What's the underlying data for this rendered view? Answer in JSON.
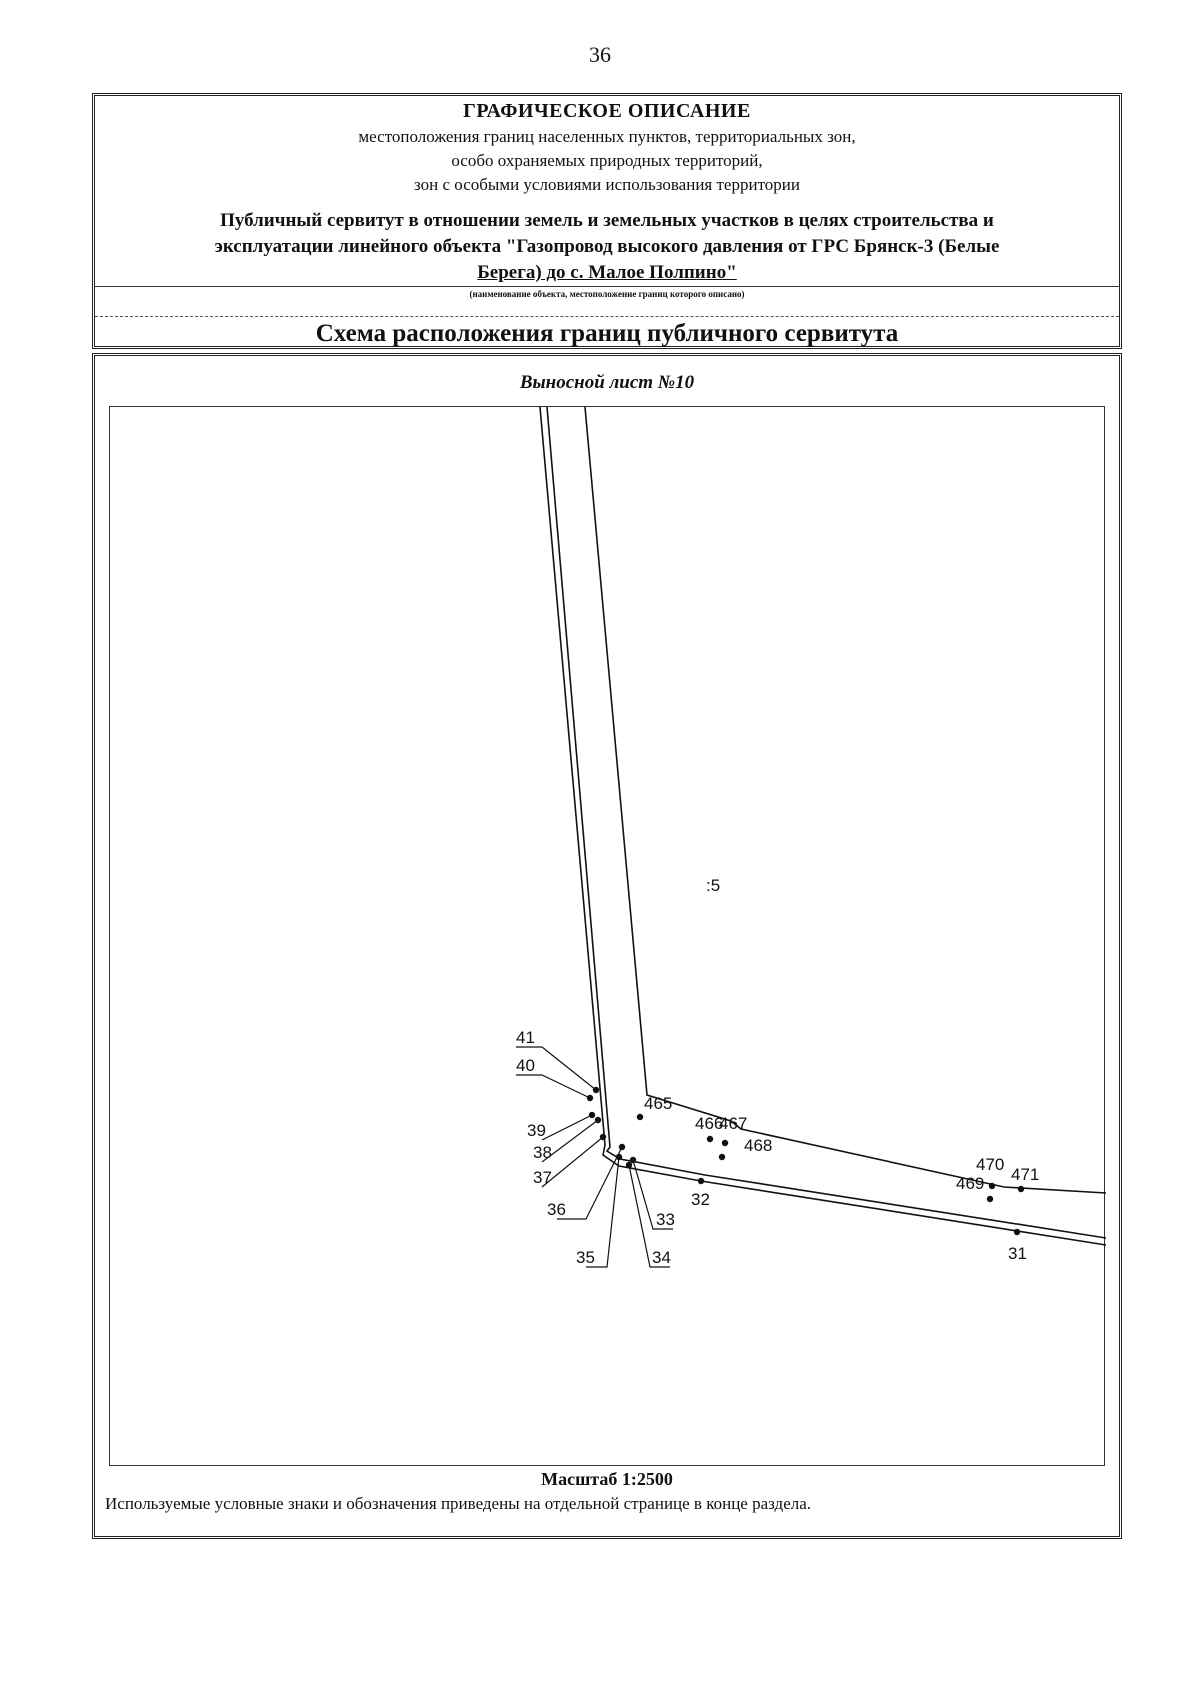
{
  "page_number": "36",
  "header": {
    "title": "ГРАФИЧЕСКОЕ ОПИСАНИЕ",
    "subtitle_lines": [
      "местоположения границ населенных пунктов, территориальных зон,",
      "особо охраняемых природных территорий,",
      "зон с особыми условиями использования территории"
    ],
    "object_lines": [
      "Публичный сервитут в отношении земель и земельных участков в целях строительства и",
      "эксплуатации линейного объекта \"Газопровод высокого давления от ГРС Брянск-3 (Белые",
      "Берега) до с. Малое Полпино\""
    ],
    "object_caption": "(наименование объекта, местоположение границ которого описано)",
    "scheme_title": "Схема расположения границ публичного сервитута"
  },
  "sheet": {
    "title": "Выносной лист №10",
    "scale": "Масштаб 1:2500",
    "legend_note": "Используемые условные знаки и обозначения приведены на отдельной странице в конце раздела."
  },
  "map": {
    "center_label": ":5",
    "point_labels": {
      "p41": "41",
      "p40": "40",
      "p39": "39",
      "p38": "38",
      "p37": "37",
      "p36": "36",
      "p35": "35",
      "p34": "34",
      "p33": "33",
      "p32": "32",
      "p31": "31",
      "p465": "465",
      "p466": "466",
      "p467": "467",
      "p468": "468",
      "p469": "469",
      "p470": "470",
      "p471": "471"
    }
  }
}
